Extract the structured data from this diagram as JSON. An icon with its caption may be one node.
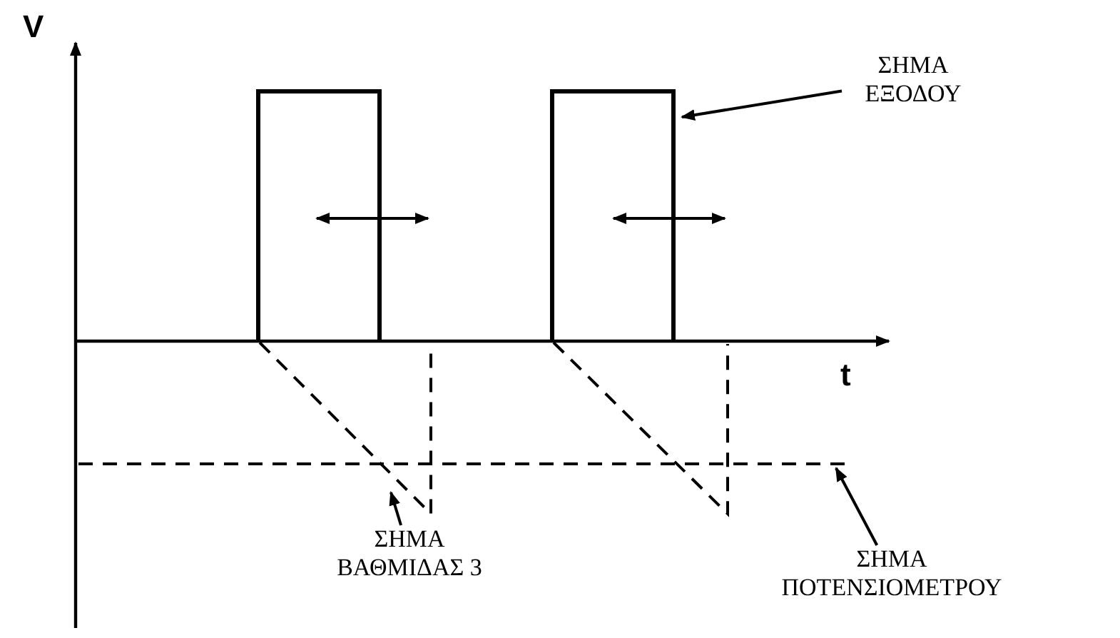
{
  "diagram": {
    "nodes": [
      {
        "text": [
          "ΣΗΜΑ ΕΞΟΔΟΥ"
        ]
      },
      {
        "text": [
          "ΣΗΜΑ ΒΑΘΜΙΔΑΣ 3"
        ]
      },
      {
        "text": [
          "ΣΗΜΑ ΠΟΤΕΝΣΙΟΜΕΤΡΟΥ"
        ]
      },
      {
        "text": [],
        "shape": "line"
      },
      {
        "text": [],
        "shape": "line"
      },
      {
        "text": [],
        "shape": "line"
      }
    ],
    "edges": [
      {
        "from": 0,
        "to": 3,
        "arrow": "to"
      },
      {
        "from": 1,
        "to": 4,
        "arrow": "to"
      },
      {
        "from": 2,
        "to": 5,
        "arrow": "to"
      }
    ],
    "labels": [
      "V",
      "t"
    ]
  }
}
